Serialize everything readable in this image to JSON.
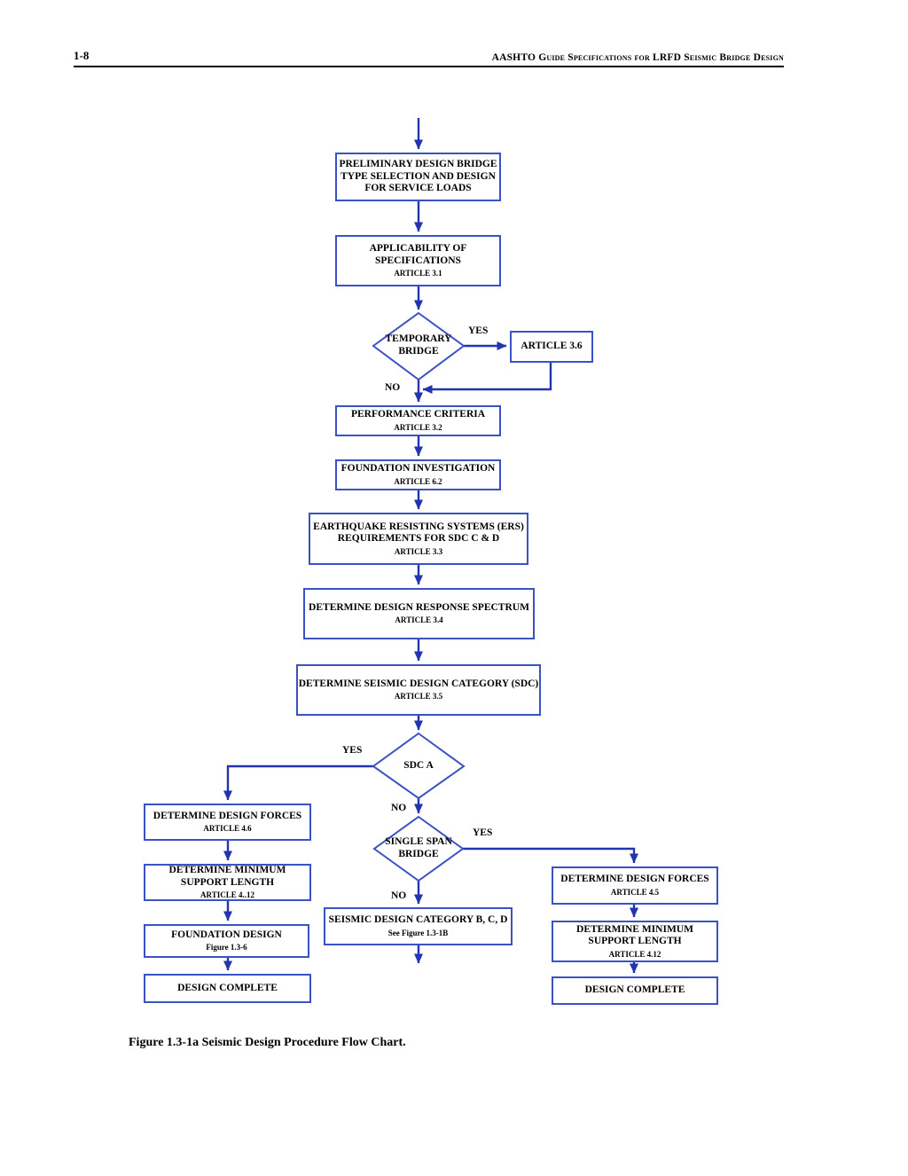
{
  "page": {
    "header": {
      "page_number": "1-8",
      "title": "AASHTO Guide Specifications for LRFD Seismic Bridge Design"
    },
    "caption": "Figure 1.3-1a Seismic Design Procedure Flow Chart."
  },
  "colors": {
    "connector_blue": "#2334b0",
    "box_border_blue": "#3a52c4",
    "text_black": "#000000",
    "page_background": "#ffffff"
  },
  "flowchart": {
    "nodes": {
      "preliminary_design": {
        "t1": "PRELIMINARY DESIGN BRIDGE",
        "t2": "TYPE SELECTION AND DESIGN",
        "t3": "FOR SERVICE LOADS"
      },
      "applicability": {
        "t1": "APPLICABILITY OF",
        "t2": "SPECIFICATIONS",
        "sub": "ARTICLE 3.1"
      },
      "temporary_bridge": {
        "t1": "TEMPORARY",
        "t2": "BRIDGE"
      },
      "article_3_6": {
        "t1": "ARTICLE 3.6"
      },
      "performance_criteria": {
        "t1": "PERFORMANCE CRITERIA",
        "sub": "ARTICLE 3.2"
      },
      "foundation_investigation": {
        "t1": "FOUNDATION INVESTIGATION",
        "sub": "ARTICLE 6.2"
      },
      "ers_requirements": {
        "t1": "EARTHQUAKE RESISTING SYSTEMS (ERS)",
        "t2": "REQUIREMENTS FOR SDC C & D",
        "sub": "ARTICLE 3.3"
      },
      "response_spectrum": {
        "t1": "DETERMINE DESIGN RESPONSE SPECTRUM",
        "sub": "ARTICLE 3.4"
      },
      "seismic_design_category": {
        "t1": "DETERMINE SEISMIC DESIGN CATEGORY (SDC)",
        "sub": "ARTICLE 3.5"
      },
      "sdc_a": {
        "t1": "SDC A"
      },
      "left_design_forces": {
        "t1": "DETERMINE DESIGN FORCES",
        "sub": "ARTICLE 4.6"
      },
      "left_support_length": {
        "t1": "DETERMINE MINIMUM",
        "t2": "SUPPORT LENGTH",
        "sub": "ARTICLE 4..12"
      },
      "foundation_design": {
        "t1": "FOUNDATION DESIGN",
        "sub": "Figure 1.3-6"
      },
      "left_design_complete": {
        "t1": "DESIGN COMPLETE"
      },
      "single_span_bridge": {
        "t1": "SINGLE SPAN",
        "t2": "BRIDGE"
      },
      "sdc_bcd": {
        "t1": "SEISMIC DESIGN CATEGORY B, C, D",
        "sub": "See Figure 1.3-1B"
      },
      "right_design_forces": {
        "t1": "DETERMINE DESIGN FORCES",
        "sub": "ARTICLE 4.5"
      },
      "right_support_length": {
        "t1": "DETERMINE MINIMUM",
        "t2": "SUPPORT LENGTH",
        "sub": "ARTICLE 4.12"
      },
      "right_design_complete": {
        "t1": "DESIGN COMPLETE"
      }
    },
    "labels": {
      "temporary_yes": "YES",
      "temporary_no": "NO",
      "sdc_a_yes": "YES",
      "sdc_a_no": "NO",
      "single_span_yes": "YES",
      "single_span_no": "NO"
    }
  }
}
